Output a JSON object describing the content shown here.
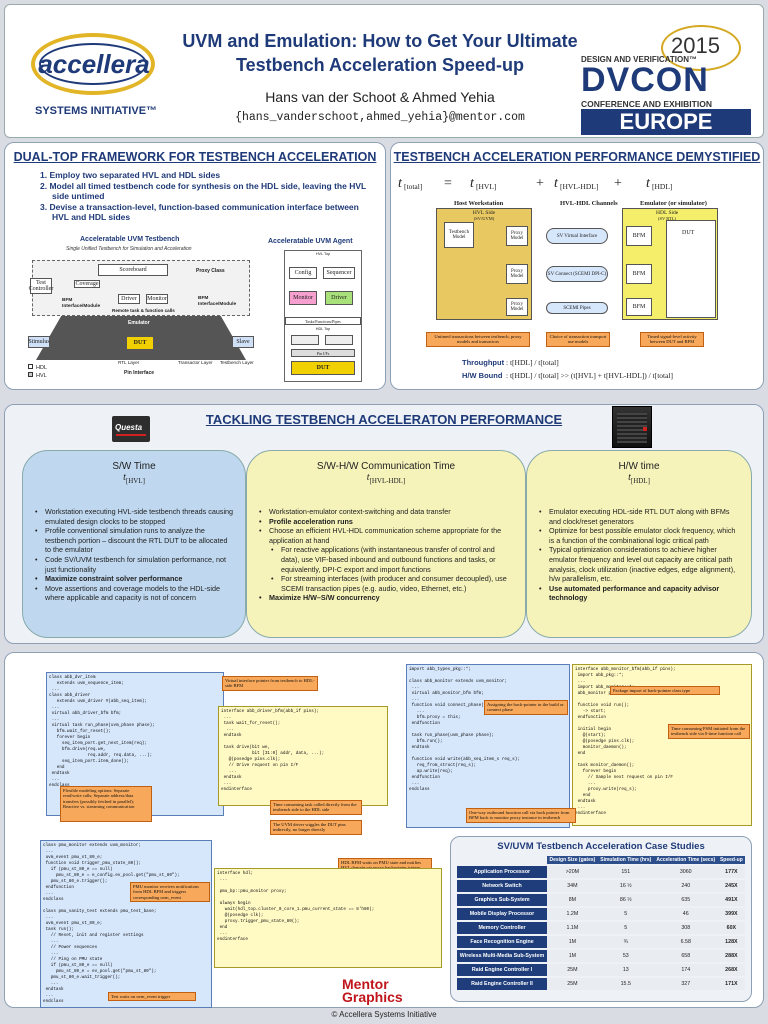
{
  "header": {
    "title_line1": "UVM and Emulation: How to Get Your Ultimate",
    "title_line2": "Testbench Acceleration Speed-up",
    "authors": "Hans van der Schoot & Ahmed Yehia",
    "emails": "{hans_vanderschoot,ahmed_yehia}@mentor.com",
    "accellera_logo": "accellera",
    "accellera_sub": "SYSTEMS INITIATIVE™",
    "dvcon_year": "2015",
    "dvcon_line1": "DESIGN AND VERIFICATION™",
    "dvcon_main": "DVCON",
    "dvcon_line2": "CONFERENCE AND EXHIBITION",
    "dvcon_region": "EUROPE"
  },
  "left_panel": {
    "title": "DUAL-TOP FRAMEWORK FOR TESTBENCH ACCELERATION",
    "steps": [
      "1.  Employ two separated HVL and HDL sides",
      "2.  Model all timed testbench code for synthesis on the HDL side, leaving the HVL side untimed",
      "3.  Devise a transaction-level, function-based communication interface between HVL and HDL sides"
    ],
    "diag_title": "Acceleratable UVM Testbench",
    "diag_subtitle": "Single Unified Testbench for Simulation and Acceleration",
    "agent_title": "Acceleratable UVM Agent",
    "labels": {
      "scoreboard": "Scoreboard",
      "test_controller": "Test Controller",
      "coverage": "Coverage",
      "proxy_class": "Proxy Class",
      "bfm_if_left": "BFM Interface/Module",
      "bfm_if_right": "BFM Interface/Module",
      "remote_task": "Remote task & function calls",
      "emulator": "Emulator",
      "dut": "DUT",
      "stimulus": "Stimulus",
      "slave": "Slave",
      "driver": "Driver",
      "monitor": "Monitor",
      "rtl_layer": "RTL Layer",
      "transactor_layer": "Transactor Layer",
      "testbench_layer": "Testbench Layer",
      "pin_interface": "Pin Interface",
      "legend_hdl": "HDL",
      "legend_hvl": "HVL",
      "config": "Config",
      "sequencer": "Sequencer",
      "monitor2": "Monitor",
      "driver2": "Driver",
      "hdl_top": "HDL Top",
      "hvl_top": "HVL Top",
      "tasks_functions": "Tasks/Functions/Pipes",
      "pin_ifs": "Pin I/Fs",
      "dut2": "DUT"
    }
  },
  "right_panel": {
    "title": "TESTBENCH ACCELERATION PERFORMANCE DEMYSTIFIED",
    "equation": {
      "t": "t",
      "total": "[total]",
      "eq": "=",
      "hvl": "[HVL]",
      "plus1": "+",
      "hvlhdl": "[HVL-HDL]",
      "plus2": "+",
      "hdl": "[HDL]"
    },
    "columns": {
      "host": "Host Workstation",
      "channels": "HVL-HDL Channels",
      "emulator": "Emulator (or simulator)"
    },
    "hvl_side": "HVL Side",
    "hvl_side_sub": "(SV/UVM)",
    "hdl_side": "HDL Side",
    "hdl_side_sub": "(SV RTL)",
    "testbench_model": "Testbench Model",
    "proxy": "Proxy Model",
    "channels": [
      "SV Virtual Interface",
      "SV Connect (SCEMI DPI-C)",
      "SCEMI Pipes"
    ],
    "bfm": "BFM",
    "dut": "DUT",
    "notes": [
      "Untimed transactions between testbench, proxy models and transactors",
      "Choice of transaction transport use models",
      "Timed signal-level activity between DUT and BFM"
    ],
    "throughput_label": "Throughput",
    "throughput_val": ":  t[HDL] / t[total]",
    "hwbound_label": "H/W Bound",
    "hwbound_val": ":  t[HDL] / t[total]   >>   (t[HVL] + t[HVL-HDL]) / t[total]"
  },
  "middle": {
    "title": "TACKLING TESTBENCH ACCELERATON PERFORMANCE",
    "questa": "Questa",
    "sw": {
      "title": "S/W Time",
      "t": "t",
      "sub": "[HVL]",
      "items": [
        {
          "text": "Workstation executing HVL-side testbench threads causing emulated design clocks to be stopped",
          "bold": false
        },
        {
          "text": "Profile conventional simulation runs to analyze the testbench portion – discount the RTL DUT to be allocated to the emulator",
          "bold": false
        },
        {
          "text": "Code SV/UVM testbench for simulation performance, not just functionality",
          "bold": false
        },
        {
          "text": "Maximize constraint solver performance",
          "bold": true
        },
        {
          "text": "Move assertions and coverage models to the HDL-side where applicable and capacity is not of concern",
          "bold": false
        }
      ]
    },
    "swhw": {
      "title": "S/W-H/W Communication Time",
      "t": "t",
      "sub": "[HVL-HDL]",
      "items": [
        {
          "text": "Workstation-emulator context-switching and data transfer",
          "bold": false,
          "sub": false
        },
        {
          "text": "Profile acceleration runs",
          "bold": true,
          "sub": false
        },
        {
          "text": "Choose an efficient HVL-HDL communication scheme appropriate for the application at hand",
          "bold": false,
          "sub": false
        },
        {
          "text": "For reactive applications (with instantaneous transfer of control and data), use VIF-based inbound and outbound functions and tasks, or equivalently, DPI-C export and import functions",
          "bold": false,
          "sub": true
        },
        {
          "text": "For streaming interfaces (with producer and consumer decoupled), use SCEMI transaction pipes (e.g. audio, video, Ethernet, etc.)",
          "bold": false,
          "sub": true
        },
        {
          "text": "Maximize H/W–S/W concurrency",
          "bold": true,
          "sub": false
        }
      ]
    },
    "hw": {
      "title": "H/W time",
      "t": "t",
      "sub": "[HDL]",
      "items": [
        {
          "text": "Emulator executing HDL-side RTL DUT along with BFMs and clock/reset generators",
          "bold": false
        },
        {
          "text": "Optimize for best possible emulator clock frequency, which is a function of the combinational logic critical path",
          "bold": false
        },
        {
          "text": "Typical optimization considerations to achieve higher emulator frequency and level out capacity are critical path analysis, clock utilization (inactive edges, edge alignment), h/w parallelism, etc.",
          "bold": false
        },
        {
          "text": "Use automated performance and capacity advisor technology",
          "bold": true
        }
      ]
    }
  },
  "code": {
    "c1": "class abb_dvr_item\n   extends uvm_sequence_item;\n ...\nclass abb_driver\n   extends uvm_driver #(abb_seq_item);\n ...\n virtual abb_driver_bfm bfm;\n ...\n virtual task run_phase(uvm_phase phase);\n   bfm.wait_for_reset();\n   forever begin\n     seq_item_port.get_next_item(req);\n     bfm.drive(req.we,\n               req.addr, req.data, ...);\n     seq_item_port.item_done();\n   end\n endtask\n ...\nendclass",
    "c2": "interface abb_driver_bfm(abb_if pins);\n ...\n task wait_for_reset();\n  ...\n endtask\n\n task drive(bit we,\n            bit [31:0] addr, data, ...);\n   @(posedge pins.clk);\n   // Drive request on pin I/F\n   ...\n endtask\n ...\nendinterface",
    "c3": "import abb_types_pkg::*;\n\nclass abb_monitor extends uvm_monitor;\n ...\n virtual abb_monitor_bfm bfm;\n ...\n function void connect_phase(uvm_phase phase);\n   ...\n   bfm.proxy = this;\n endfunction\n\n task run_phase(uvm_phase phase);\n   bfm.run();\n endtask\n\n function void write(abb_seq_item_s req_s);\n   req_from_struct(req_s);\n   ap.write(req);\n endfunction\n ...\nendclass",
    "c4": "interface abb_monitor_bfm(abb_if pins);\n import abb_pkg::*;\n ...\n import abb_monitor::*;\n abb_monitor proxy;\n\n function void run();\n   -> start;\n endfunction\n\n initial begin\n   @(start);\n   @(posedge pins.clk);\n   monitor_daemon();\n end\n\n task monitor_daemon();\n   forever begin\n     // Sample next request on pin I/F\n     ...\n     proxy.write(req_s);\n   end\n endtask\n ...\nendinterface",
    "c5": "class pmu_monitor extends uvm_monitor;\n ...\n uvm_event pmu_st_80_e;\n function void trigger_pmu_state_80();\n   if (pmu_st_80_e == null)\n     pmu_st_80_e = e_config.ev_pool.get(\"pmu_st_80\");\n   pmu_st_80_e.trigger();\n endfunction\n ...\nendclass\n\nclass pmu_sanity_test extends pmu_test_base;\n ...\n uvm_event pmu_st_80_e;\n task run();\n   // Reset, init and register settings\n   ...\n   // Power sequences\n   ...\n   // Ping on PMU state\n   if (pmu_st_80_e == null)\n     pmu_st_80_e = ev_pool.get(\"pmu_st_80\");\n   pmu_st_80_e.wait_trigger();\n   ...\n endtask\n ...\nendclass",
    "c6": "interface hdl;\n ...\n\n pmu_bp::pmu_monitor proxy;\n\n always begin\n   wait(hdl_top.cluster_0_core_1.pmu_current_state == 8'h80);\n   @(posedge clk);\n   proxy.trigger_pmu_state_80();\n end\n ...\nendinterface",
    "notes": {
      "n1": "Virtual interface pointer from testbench to HDL-side BFM",
      "n2": "Flexible modeling options: Separate read/write calls; Separate address/data transfers (possibly fetched in parallel); Reactive vs. streaming communication",
      "n3": "Time consuming task called directly from the testbench side to the HDL side",
      "n4": "The UVM driver wiggles the DUT pins indirectly, no longer directly",
      "n5": "Assigning the back-pointer in the build or connect phase",
      "n6": "Package import of back-pointer class type",
      "n7": "Time consuming FSM initiated from the testbench side via 0-time function call",
      "n8": "One-way outbound function call via back pointer from BFM back to monitor proxy instance in testbench",
      "n9": "HDL BFM waits on PMU state and notifies HVL domain via proxy backpointer trigger",
      "n10": "PMU monitor receives notifications from HDL BFM and triggers corresponding uvm_event",
      "n11": "Test waits on uvm_event trigger"
    }
  },
  "case_studies": {
    "title": "SV/UVM Testbench Acceleration Case Studies",
    "headers": [
      "",
      "Design Size (gates)",
      "Simulation Time (hrs)",
      "Acceleration Time (secs)",
      "Speed-up"
    ],
    "rows": [
      [
        "Application Processor",
        ">20M",
        "151",
        "3060",
        "177X"
      ],
      [
        "Network Switch",
        "34M",
        "16 ½",
        "240",
        "245X"
      ],
      [
        "Graphics Sub-System",
        "8M",
        "86 ½",
        "635",
        "491X"
      ],
      [
        "Mobile Display Processor",
        "1.2M",
        "5",
        "46",
        "399X"
      ],
      [
        "Memory Controller",
        "1.1M",
        "5",
        "308",
        "60X"
      ],
      [
        "Face Recognition Engine",
        "1M",
        "¾",
        "6.58",
        "128X"
      ],
      [
        "Wireless Multi-Media Sub-System",
        "1M",
        "53",
        "658",
        "288X"
      ],
      [
        "Raid Engine Controller I",
        "25M",
        "13",
        "174",
        "268X"
      ],
      [
        "Raid Engine Controller II",
        "25M",
        "15.5",
        "327",
        "171X"
      ]
    ]
  },
  "mentor": {
    "line1": "Mentor",
    "line2": "Graphics"
  },
  "footer": "© Accellera Systems Initiative"
}
